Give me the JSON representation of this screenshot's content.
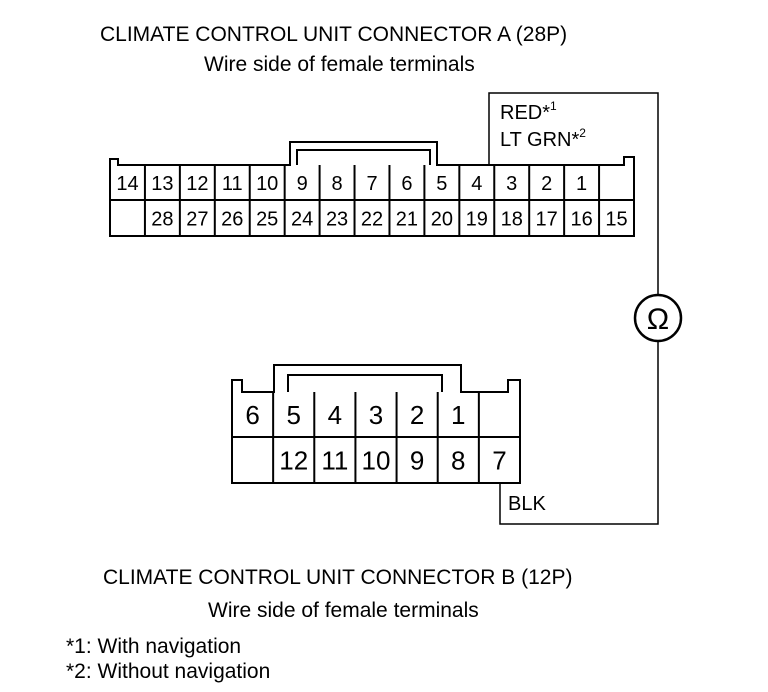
{
  "connector_a": {
    "title": "CLIMATE CONTROL UNIT CONNECTOR A (28P)",
    "subtitle": "Wire side of female terminals",
    "top_row": [
      "14",
      "13",
      "12",
      "11",
      "10",
      "9",
      "8",
      "7",
      "6",
      "5",
      "4",
      "3",
      "2",
      "1",
      ""
    ],
    "bottom_row": [
      "",
      "28",
      "27",
      "26",
      "25",
      "24",
      "23",
      "22",
      "21",
      "20",
      "19",
      "18",
      "17",
      "16",
      "15"
    ],
    "wire_label_1": "RED*",
    "wire_label_1_sup": "1",
    "wire_label_2": "LT GRN*",
    "wire_label_2_sup": "2"
  },
  "connector_b": {
    "title": "CLIMATE CONTROL UNIT CONNECTOR B (12P)",
    "subtitle": "Wire side of female terminals",
    "top_row": [
      "6",
      "5",
      "4",
      "3",
      "2",
      "1",
      ""
    ],
    "bottom_row": [
      "",
      "12",
      "11",
      "10",
      "9",
      "8",
      "7"
    ],
    "wire_label": "BLK"
  },
  "meter": {
    "symbol": "Ω"
  },
  "notes": [
    "*1: With navigation",
    "*2: Without navigation"
  ]
}
